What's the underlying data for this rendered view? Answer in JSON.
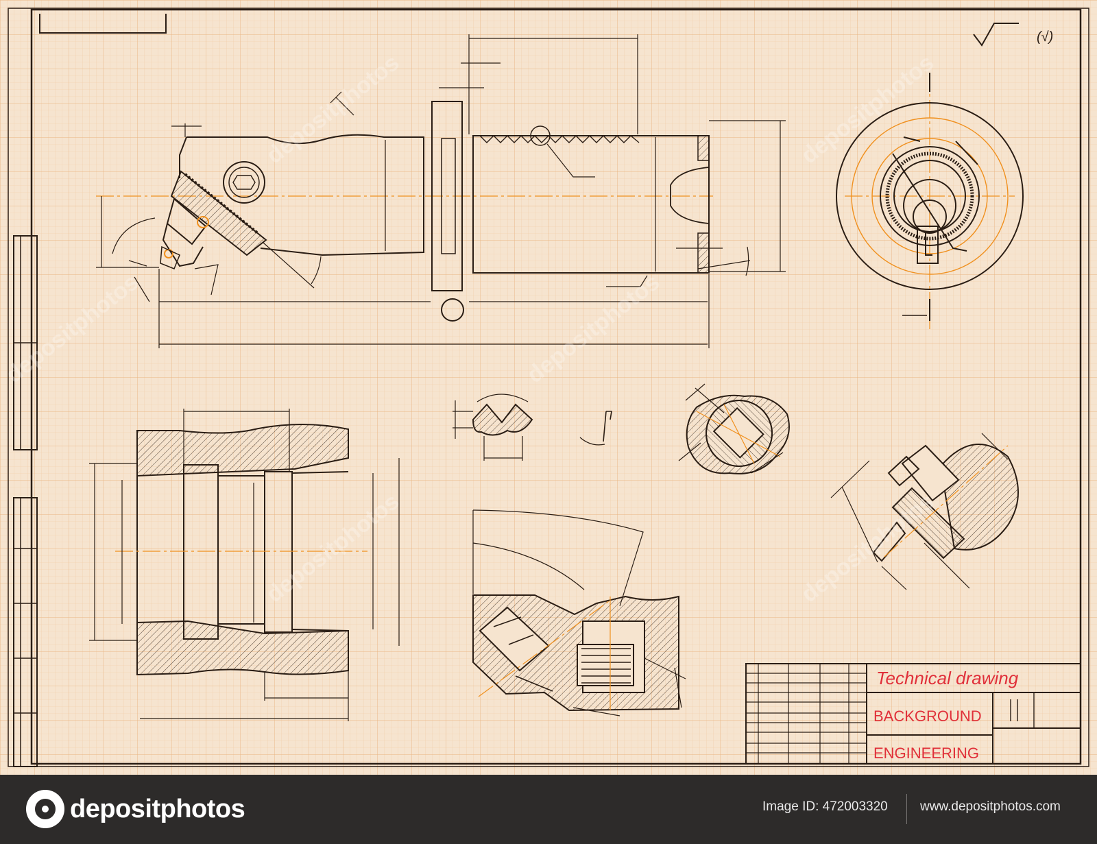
{
  "drawing": {
    "surface_symbol": "(√)",
    "title_block": {
      "title": "Technical drawing",
      "line2": "BACKGROUND",
      "line3": "ENGINEERING"
    },
    "colors": {
      "paper": "#f6e4cf",
      "grid_fine": "#f2cfa6",
      "grid_major": "#eab886",
      "ink": "#2a1d14",
      "axis": "#f0901e",
      "title_text": "#e0303a"
    }
  },
  "watermark": {
    "text": "depositphotos"
  },
  "footer": {
    "logo_text": "depositphotos",
    "image_id": "Image ID: 472003320",
    "site": "www.depositphotos.com"
  }
}
